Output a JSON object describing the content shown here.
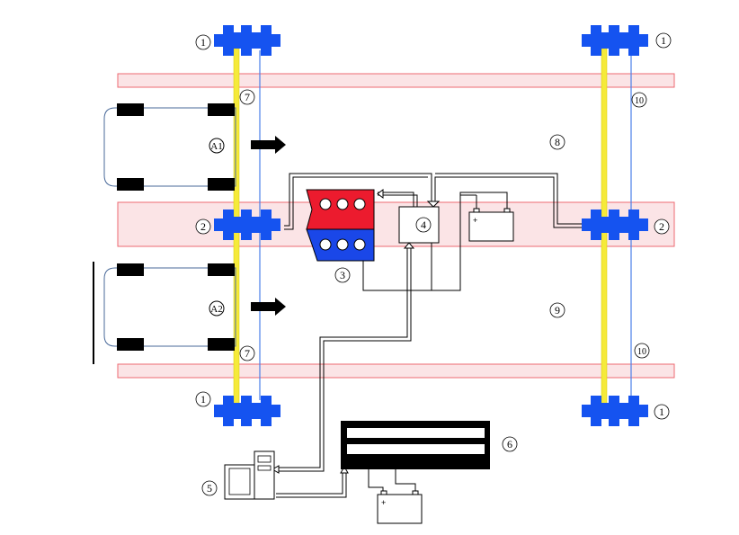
{
  "labels": {
    "n1": "1",
    "n2": "2",
    "n3": "3",
    "n4": "4",
    "n5": "5",
    "n6": "6",
    "n7": "7",
    "n8": "8",
    "n9": "9",
    "n10": "10"
  },
  "cars": {
    "a1": "A1",
    "a2": "A2"
  },
  "battery": {
    "plus": "+"
  },
  "colors": {
    "band_fill": "#fbe4e6",
    "band_stroke": "#ee6a72",
    "connector": "#1553f0",
    "axle_yellow": "#f5ea3a",
    "rail_blue": "#4a7fe8",
    "box_red": "#ec1b2e",
    "box_blue": "#1a47e8"
  }
}
